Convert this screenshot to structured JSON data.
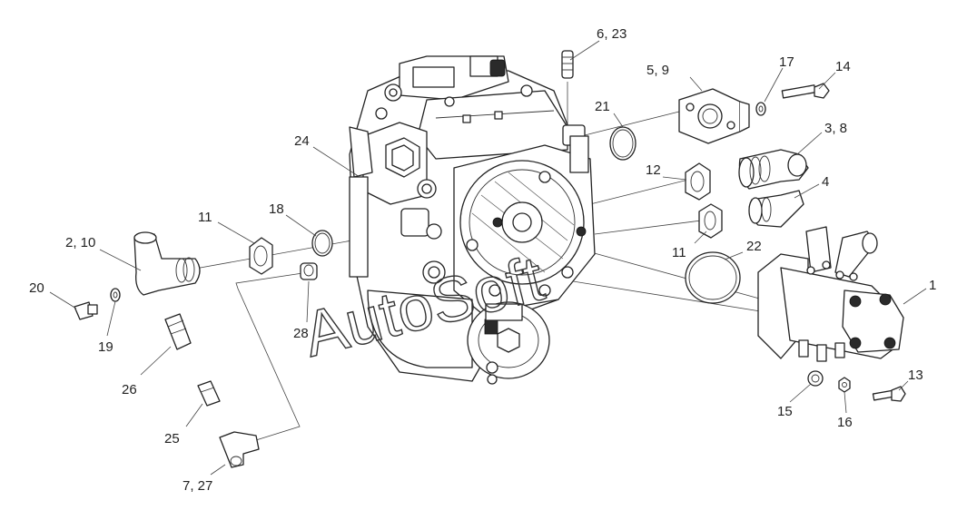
{
  "watermark": "AutoSoft",
  "callouts": {
    "c_6_23": "6, 23",
    "c_5_9": "5, 9",
    "c_17": "17",
    "c_14": "14",
    "c_21": "21",
    "c_3_8": "3, 8",
    "c_24": "24",
    "c_12": "12",
    "c_4": "4",
    "c_11a": "11",
    "c_18": "18",
    "c_2_10": "2, 10",
    "c_11b": "11",
    "c_22": "22",
    "c_1": "1",
    "c_20": "20",
    "c_19": "19",
    "c_28": "28",
    "c_26": "26",
    "c_25": "25",
    "c_7_27": "7, 27",
    "c_15": "15",
    "c_16": "16",
    "c_13": "13"
  }
}
